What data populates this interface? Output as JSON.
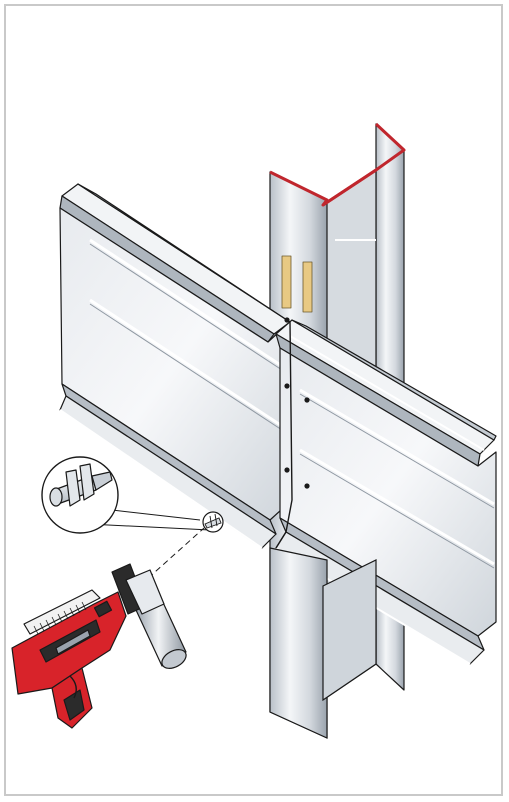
{
  "illustration": {
    "subject_icons": [
      "steel-i-beam-column",
      "metal-deck-panel-upper",
      "metal-deck-panel-lower",
      "fastener-detail",
      "powder-actuated-fastening-tool"
    ],
    "colors": {
      "steel_light": "#eef1f4",
      "steel_mid": "#c9cfd6",
      "steel_dark": "#8f98a2",
      "outline": "#1a1a1a",
      "flange_edge": "#c0262d",
      "tool_red": "#d8232a",
      "tool_dark": "#2b2b2b",
      "slot": "#e8c983"
    }
  }
}
